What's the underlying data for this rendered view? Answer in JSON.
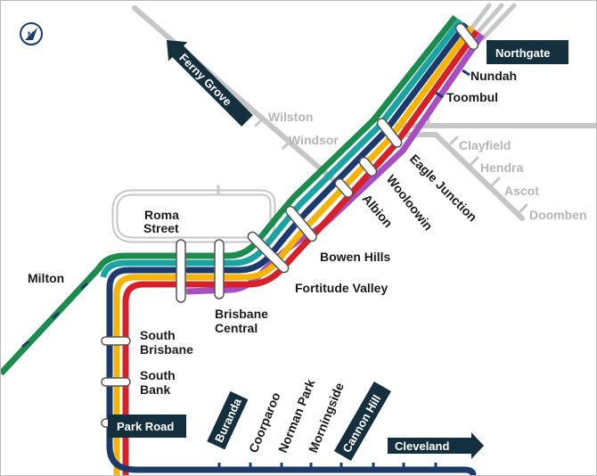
{
  "map": {
    "colors": {
      "ferny_grove_green": "#1b8c4e",
      "teal": "#1aa3a3",
      "blue": "#2b6bdc",
      "navy": "#1c3a6e",
      "yellow": "#f5b400",
      "red": "#d6202a",
      "purple": "#a54fc0",
      "other_lines_grey": "#c6c6c6",
      "label_box": "#14303f"
    },
    "compass_icon": "compass-north-icon",
    "stations": {
      "northgate": "Northgate",
      "nundah": "Nundah",
      "toombul": "Toombul",
      "wilston": "Wilston",
      "windsor": "Windsor",
      "clayfield": "Clayfield",
      "hendra": "Hendra",
      "ascot": "Ascot",
      "doomben": "Doomben",
      "eagle_junction": "Eagle Junction",
      "wooloowin": "Wooloowin",
      "albion": "Albion",
      "roma_street": [
        "Roma",
        "Street"
      ],
      "bowen_hills": "Bowen Hills",
      "fortitude_valley": "Fortitude Valley",
      "milton": "Milton",
      "brisbane_central": [
        "Brisbane",
        "Central"
      ],
      "south_brisbane": [
        "South",
        "Brisbane"
      ],
      "south_bank": [
        "South",
        "Bank"
      ],
      "park_road": "Park Road",
      "buranda": "Buranda",
      "coorparoo": "Coorparoo",
      "norman_park": "Norman Park",
      "morningside": "Morningside",
      "cannon_hill": "Cannon Hill"
    },
    "directions": {
      "ferny_grove": "Ferny Grove",
      "cleveland": "Cleveland"
    }
  }
}
